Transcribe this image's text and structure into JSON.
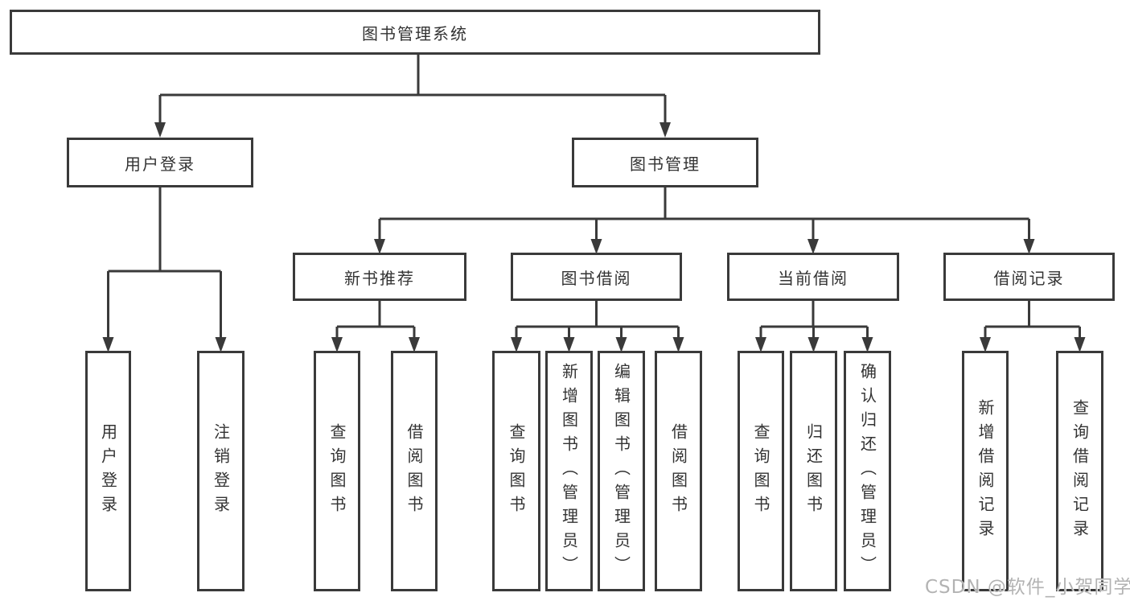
{
  "diagram": {
    "root": {
      "label": "图书管理系统",
      "children": [
        {
          "label": "用户登录",
          "children": [
            {
              "label": "用户登录"
            },
            {
              "label": "注销登录"
            }
          ]
        },
        {
          "label": "图书管理",
          "children": [
            {
              "label": "新书推荐",
              "children": [
                {
                  "label": "查询图书"
                },
                {
                  "label": "借阅图书"
                }
              ]
            },
            {
              "label": "图书借阅",
              "children": [
                {
                  "label": "查询图书"
                },
                {
                  "label": "新增图书（管理员）"
                },
                {
                  "label": "编辑图书（管理员）"
                },
                {
                  "label": "借阅图书"
                }
              ]
            },
            {
              "label": "当前借阅",
              "children": [
                {
                  "label": "查询图书"
                },
                {
                  "label": "归还图书"
                },
                {
                  "label": "确认归还（管理员）"
                }
              ]
            },
            {
              "label": "借阅记录",
              "children": [
                {
                  "label": "新增借阅记录"
                },
                {
                  "label": "查询借阅记录"
                }
              ]
            }
          ]
        }
      ]
    },
    "watermark": "CSDN @软件_小贺同学",
    "colors": {
      "line": "#3a3a3a",
      "box_border": "#3a3a3a",
      "box_fill": "#ffffff",
      "text": "#333333",
      "background": "#ffffff",
      "watermark": "#b3b3b3"
    }
  }
}
